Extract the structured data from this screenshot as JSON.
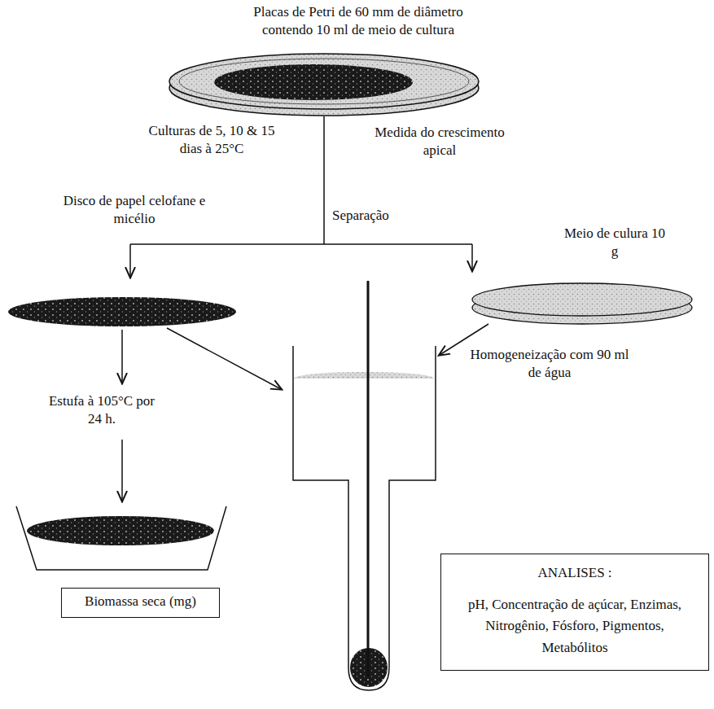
{
  "diagram": {
    "title": "Placas de Petri de 60 mm de diâmetro contendo 10 ml de meio de cultura",
    "nodes": [
      {
        "text": [
          "Biomassa seca (mg)"
        ]
      },
      {
        "text": [
          "ANALISES :",
          "pH, Concentração de açúcar, Enzimas, Nitrogênio, Fósforo, Pigmentos, Metabólitos"
        ]
      }
    ],
    "labels": [
      "Culturas de 5, 10 & 15 dias à 25°C",
      "Medida do crescimento apical",
      "Disco de papel celofane e micélio",
      "Separação",
      "Meio de culura 10 g",
      "Homogeneização com 90 ml de água",
      "Estufa à 105°C por 24 h."
    ]
  }
}
